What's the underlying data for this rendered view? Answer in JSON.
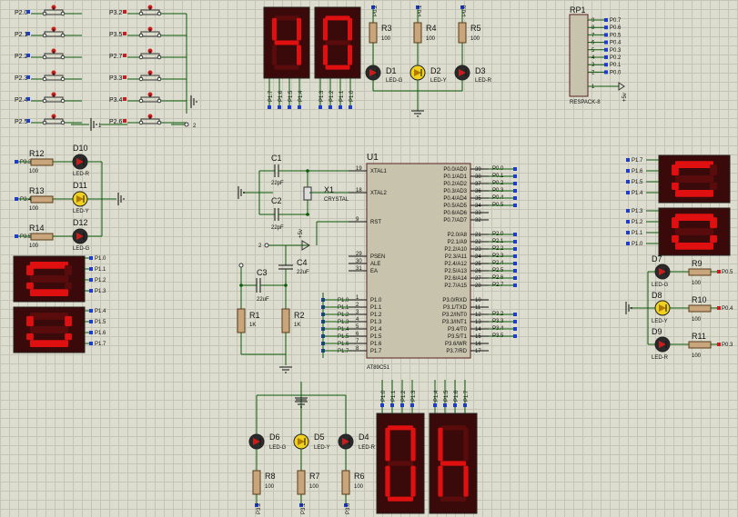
{
  "switches": {
    "left": [
      "P2.0",
      "P2.1",
      "P2.2",
      "P2.3",
      "P2.4",
      "P2.5"
    ],
    "right": [
      "P3.2",
      "P3.5",
      "P2.7",
      "P3.3",
      "P3.4",
      "P2.6"
    ]
  },
  "top_displays": {
    "left_pins": [
      "P1.7",
      "P1.6",
      "P1.5",
      "P1.4"
    ],
    "right_pins": [
      "P1.3",
      "P1.2",
      "P1.1",
      "P1.0"
    ],
    "digits": [
      "4",
      "0"
    ]
  },
  "top_leds": [
    {
      "res": "R3",
      "val": "100",
      "net": "P0.2",
      "led": "D1",
      "type": "LED-G"
    },
    {
      "res": "R4",
      "val": "100",
      "net": "P0.1",
      "led": "D2",
      "type": "LED-Y"
    },
    {
      "res": "R5",
      "val": "100",
      "net": "P0.0",
      "led": "D3",
      "type": "LED-R"
    }
  ],
  "respack": {
    "ref": "RP1",
    "type": "RESPACK-8",
    "pins": [
      "9",
      "8",
      "7",
      "6",
      "5",
      "4",
      "3",
      "2",
      "1"
    ],
    "nets": [
      "P0.7",
      "P0.6",
      "P0.5",
      "P0.4",
      "P0.3",
      "P0.2",
      "P0.1",
      "P0.0"
    ],
    "vcc": "+5v"
  },
  "left_leds": [
    {
      "res": "R12",
      "val": "100",
      "net": "P3.3",
      "led": "D10",
      "type": "LED-R"
    },
    {
      "res": "R13",
      "val": "100",
      "net": "P3.4",
      "led": "D11",
      "type": "LED-Y"
    },
    {
      "res": "R14",
      "val": "100",
      "net": "P3.5",
      "led": "D12",
      "type": "LED-G"
    }
  ],
  "left_display_pins": [
    "P1.0",
    "P1.1",
    "P1.2",
    "P1.3",
    "P1.4",
    "P1.5",
    "P1.6",
    "P1.7"
  ],
  "osc": {
    "c1": "C1",
    "c1val": "22pF",
    "c2": "C2",
    "c2val": "22pF",
    "x1": "X1",
    "x1type": "CRYSTAL",
    "c3": "C3",
    "c3val": "22uF",
    "c4": "C4",
    "c4val": "22uF",
    "r1": "R1",
    "r1val": "1K",
    "r2": "R2",
    "r2val": "1K",
    "node": "2",
    "vcc": "+5v"
  },
  "mcu": {
    "ref": "U1",
    "part": "AT89C51",
    "left_pins": [
      {
        "num": "19",
        "name": "XTAL1"
      },
      {
        "num": "18",
        "name": "XTAL2"
      },
      {
        "num": "9",
        "name": "RST"
      },
      {
        "num": "29",
        "name": "PSEN"
      },
      {
        "num": "30",
        "name": "ALE"
      },
      {
        "num": "31",
        "name": "EA"
      },
      {
        "num": "1",
        "name": "P1.0"
      },
      {
        "num": "2",
        "name": "P1.1"
      },
      {
        "num": "3",
        "name": "P1.2"
      },
      {
        "num": "4",
        "name": "P1.3"
      },
      {
        "num": "5",
        "name": "P1.4"
      },
      {
        "num": "6",
        "name": "P1.5"
      },
      {
        "num": "7",
        "name": "P1.6"
      },
      {
        "num": "8",
        "name": "P1.7"
      }
    ],
    "left_nets": [
      "P1.0",
      "P1.1",
      "P1.2",
      "P1.3",
      "P1.4",
      "P1.5",
      "P1.6",
      "P1.7"
    ],
    "p0": [
      {
        "num": "39",
        "name": "P0.0/AD0",
        "net": "P0.0"
      },
      {
        "num": "38",
        "name": "P0.1/AD1",
        "net": "P0.1"
      },
      {
        "num": "37",
        "name": "P0.2/AD2",
        "net": "P0.2"
      },
      {
        "num": "36",
        "name": "P0.3/AD3",
        "net": "P0.3"
      },
      {
        "num": "35",
        "name": "P0.4/AD4",
        "net": "P0.4"
      },
      {
        "num": "34",
        "name": "P0.5/AD5",
        "net": "P0.5"
      },
      {
        "num": "33",
        "name": "P0.6/AD6",
        "net": ""
      },
      {
        "num": "32",
        "name": "P0.7/AD7",
        "net": ""
      }
    ],
    "p2": [
      {
        "num": "21",
        "name": "P2.0/A8",
        "net": "P2.0"
      },
      {
        "num": "22",
        "name": "P2.1/A9",
        "net": "P2.1"
      },
      {
        "num": "23",
        "name": "P2.2/A10",
        "net": "P2.2"
      },
      {
        "num": "24",
        "name": "P2.3/A11",
        "net": "P2.3"
      },
      {
        "num": "25",
        "name": "P2.4/A12",
        "net": "P2.4"
      },
      {
        "num": "26",
        "name": "P2.5/A13",
        "net": "P2.5"
      },
      {
        "num": "27",
        "name": "P2.6/A14",
        "net": "P2.6"
      },
      {
        "num": "28",
        "name": "P2.7/A15",
        "net": "P2.7"
      }
    ],
    "p3": [
      {
        "num": "10",
        "name": "P3.0/RXD",
        "net": ""
      },
      {
        "num": "11",
        "name": "P3.1/TXD",
        "net": ""
      },
      {
        "num": "12",
        "name": "P3.2/INT0",
        "net": "P3.2"
      },
      {
        "num": "13",
        "name": "P3.3/INT1",
        "net": "P3.3"
      },
      {
        "num": "14",
        "name": "P3.4/T0",
        "net": "P3.4"
      },
      {
        "num": "15",
        "name": "P3.5/T1",
        "net": "P3.5"
      },
      {
        "num": "16",
        "name": "P3.6/WR",
        "net": ""
      },
      {
        "num": "17",
        "name": "P3.7/RD",
        "net": ""
      }
    ]
  },
  "right_displays": {
    "upper_pins": [
      "P1.7",
      "P1.6",
      "P1.5",
      "P1.4"
    ],
    "lower_pins": [
      "P1.3",
      "P1.2",
      "P1.1",
      "P1.0"
    ]
  },
  "right_leds": [
    {
      "res": "R9",
      "val": "100",
      "net": "P0.5",
      "led": "D7",
      "type": "LED-G"
    },
    {
      "res": "R10",
      "val": "100",
      "net": "P0.4",
      "led": "D8",
      "type": "LED-Y"
    },
    {
      "res": "R11",
      "val": "100",
      "net": "P0.3",
      "led": "D9",
      "type": "LED-R"
    }
  ],
  "bottom_leds": [
    {
      "res": "R8",
      "val": "100",
      "net": "P3.2",
      "led": "D6",
      "type": "LED-G"
    },
    {
      "res": "R7",
      "val": "100",
      "net": "P3.1",
      "led": "D5",
      "type": "LED-Y"
    },
    {
      "res": "R6",
      "val": "100",
      "net": "P3.0",
      "led": "D4",
      "type": "LED-R"
    }
  ],
  "bottom_displays": {
    "left_pins": [
      "P1.0",
      "P1.1",
      "P1.2",
      "P1.3"
    ],
    "right_pins": [
      "P1.4",
      "P1.5",
      "P1.6",
      "P1.7"
    ],
    "digits": [
      "0",
      "1"
    ]
  },
  "colors": {
    "segment_on": "#e01010",
    "segment_off": "#5a0c0c",
    "display_body": "#3a0a0a",
    "wire": "#0a5a0a",
    "grid": "#c4c4b6"
  }
}
